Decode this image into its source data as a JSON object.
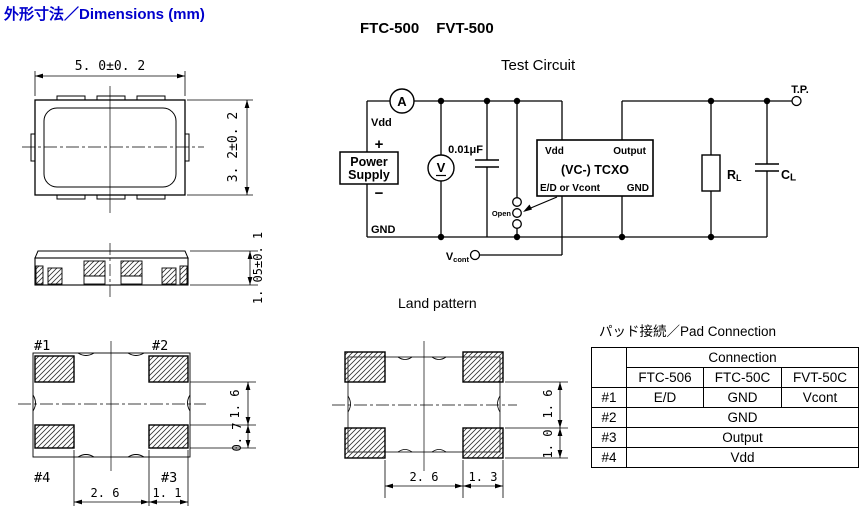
{
  "colors": {
    "title_blue": "#0000cc",
    "line_black": "#000000"
  },
  "header": {
    "dimensions_title": "外形寸法／Dimensions (mm)",
    "model_1": "FTC-500",
    "model_2": "FVT-500"
  },
  "test_circuit": {
    "title": "Test Circuit",
    "power_supply": {
      "line1": "Power",
      "line2": "Supply",
      "plus": "+",
      "minus": "−",
      "vdd": "Vdd",
      "gnd": "GND"
    },
    "ammeter": "A",
    "voltmeter": "V",
    "capacitor": "0.01μF",
    "switch_open": "Open",
    "vcont": {
      "main": "V",
      "sub": "cont"
    },
    "tcxo": {
      "pin_vdd": "Vdd",
      "pin_output": "Output",
      "name": "(VC-) TCXO",
      "pin_ctrl": "E/D or Vcont",
      "pin_gnd": "GND"
    },
    "rl": {
      "main": "R",
      "sub": "L"
    },
    "cl": {
      "main": "C",
      "sub": "L"
    },
    "tp": "T.P."
  },
  "top_view": {
    "dim_width": "5. 0±0. 2",
    "dim_height": "3. 2±0. 2"
  },
  "side_view": {
    "dim_height": "1. 05±0. 1"
  },
  "bottom_view": {
    "pad1": "#1",
    "pad2": "#2",
    "pad3": "#3",
    "pad4": "#4",
    "dim_gap_v": "1. 6",
    "dim_pad_h": "0. 7",
    "dim_gap_h": "2. 6",
    "dim_pad_w": "1. 1"
  },
  "land_pattern": {
    "title": "Land pattern",
    "dim_gap_v": "1. 6",
    "dim_pad_h": "1. 0",
    "dim_gap_h": "2. 6",
    "dim_pad_w": "1. 3"
  },
  "pad_connection": {
    "title": "パッド接続／Pad Connection",
    "group_header": "Connection",
    "columns": [
      "FTC-506",
      "FTC-50C",
      "FVT-50C"
    ],
    "rows": [
      {
        "pad": "#1",
        "cells": [
          "E/D",
          "GND",
          "Vcont"
        ]
      },
      {
        "pad": "#2",
        "merged": "GND"
      },
      {
        "pad": "#3",
        "merged": "Output"
      },
      {
        "pad": "#4",
        "merged": "Vdd"
      }
    ]
  }
}
